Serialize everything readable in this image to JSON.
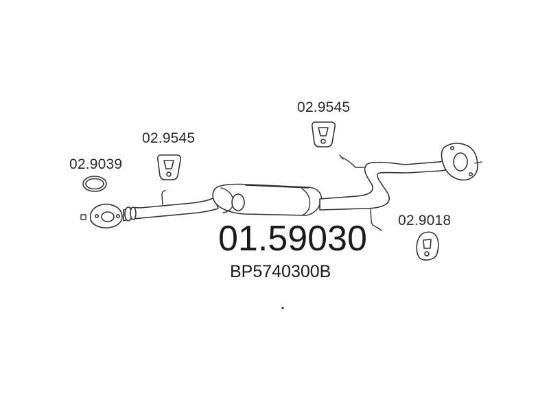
{
  "diagram": {
    "main_part_number": "01.59030",
    "oe_number": "BP5740300B",
    "labels": {
      "seal_ring": "02.9039",
      "hanger_left": "02.9545",
      "hanger_top": "02.9545",
      "hanger_right": "02.9018"
    },
    "icons": {
      "exhaust_pipe": "exhaust-middle-section-icon",
      "seal_ring": "ring-gasket-icon",
      "rubber_hanger": "rubber-hanger-icon",
      "flange": "flange-icon"
    }
  }
}
